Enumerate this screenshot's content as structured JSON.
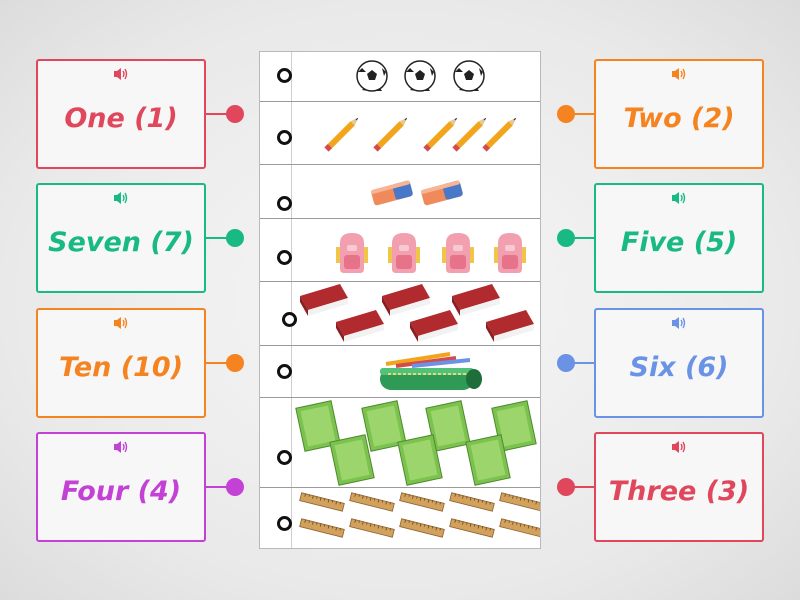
{
  "colors": {
    "red": "#e0475d",
    "orange": "#f5831f",
    "green": "#19b983",
    "blue": "#6a93e6",
    "purple": "#c441d6",
    "ink": "#111111"
  },
  "left_cards": [
    {
      "label": "One (1)",
      "color": "red",
      "icon": "speaker-icon"
    },
    {
      "label": "Seven (7)",
      "color": "green",
      "icon": "speaker-icon"
    },
    {
      "label": "Ten (10)",
      "color": "orange",
      "icon": "speaker-icon"
    },
    {
      "label": "Four (4)",
      "color": "purple",
      "icon": "speaker-icon"
    }
  ],
  "right_cards": [
    {
      "label": "Two (2)",
      "color": "orange",
      "icon": "speaker-icon"
    },
    {
      "label": "Five (5)",
      "color": "green",
      "icon": "speaker-icon"
    },
    {
      "label": "Six (6)",
      "color": "blue",
      "icon": "speaker-icon"
    },
    {
      "label": "Three (3)",
      "color": "red",
      "icon": "speaker-icon"
    }
  ],
  "picture_rows": [
    {
      "item": "soccer-ball",
      "count": 3
    },
    {
      "item": "pencil",
      "count": 5
    },
    {
      "item": "eraser",
      "count": 2
    },
    {
      "item": "backpack",
      "count": 4
    },
    {
      "item": "book",
      "count": 6
    },
    {
      "item": "pencil-case",
      "count": 1
    },
    {
      "item": "notebook",
      "count": 7
    },
    {
      "item": "ruler",
      "count": 10
    }
  ]
}
